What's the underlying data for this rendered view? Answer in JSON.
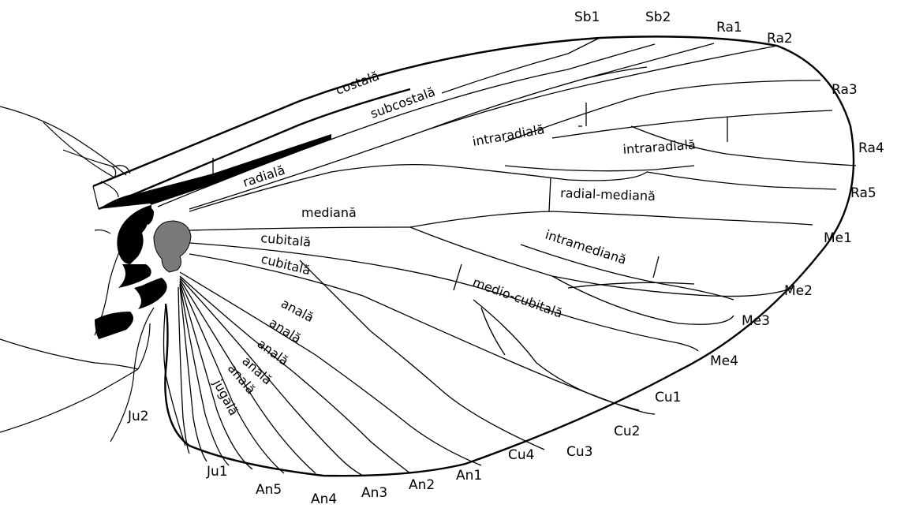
{
  "diagram": {
    "edge_labels": {
      "sb1": "Sb1",
      "sb2": "Sb2",
      "ra1": "Ra1",
      "ra2": "Ra2",
      "ra3": "Ra3",
      "ra4": "Ra4",
      "ra5": "Ra5",
      "me1": "Me1",
      "me2": "Me2",
      "me3": "Me3",
      "me4": "Me4",
      "cu1": "Cu1",
      "cu2": "Cu2",
      "cu3": "Cu3",
      "cu4": "Cu4",
      "an1": "An1",
      "an2": "An2",
      "an3": "An3",
      "an4": "An4",
      "an5": "An5",
      "ju1": "Ju1",
      "ju2": "Ju2"
    },
    "vein_labels": {
      "costala": "costală",
      "subcostala": "subcostală",
      "radiala": "radială",
      "intraradiala_1": "intraradială",
      "intraradiala_2": "intraradială",
      "radial_mediana": "radial-mediană",
      "mediana": "mediană",
      "intramediana": "intramediană",
      "cubitala_1": "cubitală",
      "cubitala_2": "cubitală",
      "medio_cubitala": "medio-cubitală",
      "anala_1": "anală",
      "anala_2": "anală",
      "anala_3": "anală",
      "anala_4": "anală",
      "anala_5": "anală",
      "jugala": "jugală"
    },
    "colors": {
      "line": "#000000",
      "basal_plate": "#7a7a7a",
      "background": "#ffffff"
    }
  }
}
